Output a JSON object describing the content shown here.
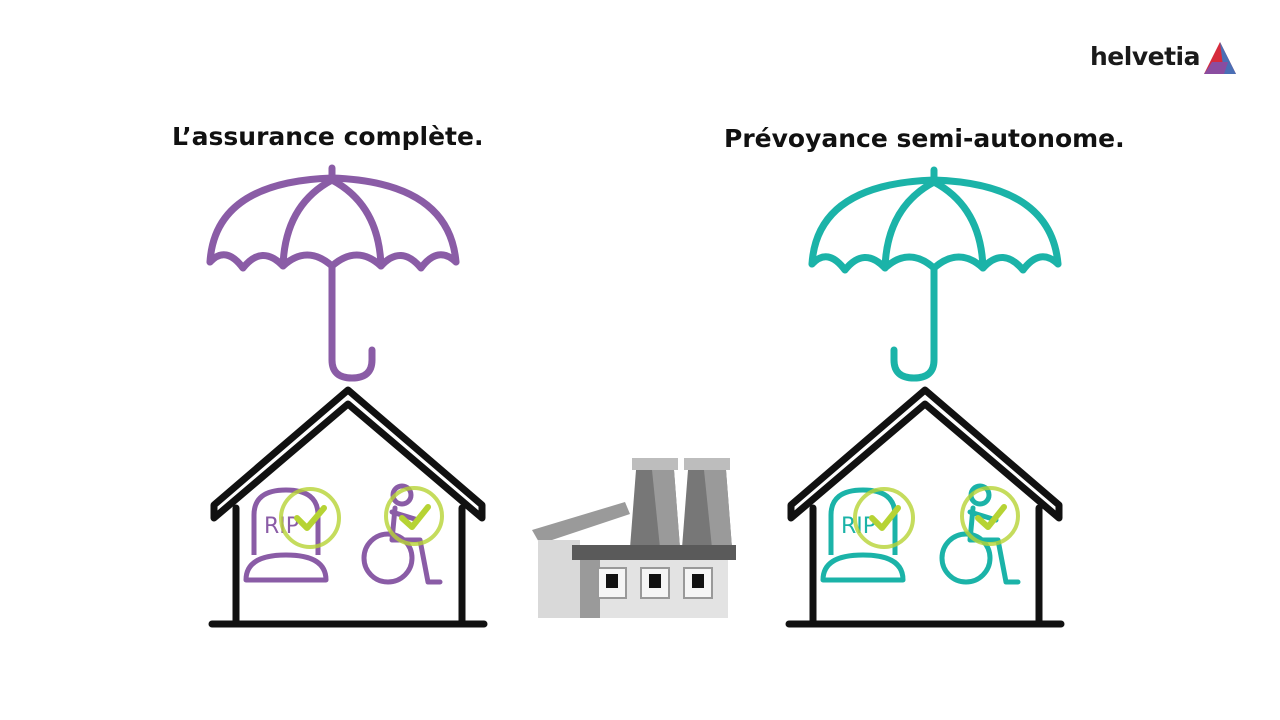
{
  "brand": {
    "name": "helvetia"
  },
  "panels": {
    "left": {
      "title": "L’assurance complète.",
      "color": "#8a5ca6",
      "tomb_text": "RIP"
    },
    "right": {
      "title": "Prévoyance semi-autonome.",
      "color": "#1bb3a8",
      "tomb_text": "RIP"
    }
  },
  "colors": {
    "check": "#b6d334",
    "house": "#111111",
    "factory_dark": "#555555",
    "factory_light": "#c9c9c9"
  }
}
